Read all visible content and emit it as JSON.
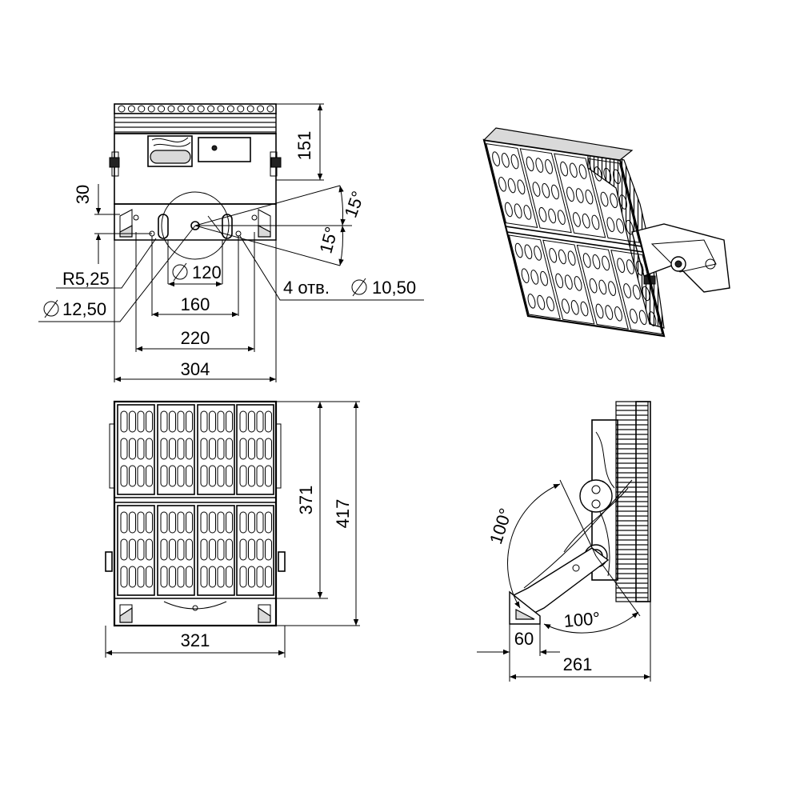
{
  "dimensions": {
    "top_height": "151",
    "top_offset": "30",
    "angle_upper": "15°",
    "angle_lower": "15°",
    "radius": "R5,25",
    "hole_diameter": "12,50",
    "center_diameter": "120",
    "holes_note": "4 отв.",
    "holes_diameter": "10,50",
    "width_160": "160",
    "width_220": "220",
    "width_304": "304",
    "front_height_371": "371",
    "front_height_417": "417",
    "front_width": "321",
    "tilt_angle_upper": "100°",
    "tilt_angle_lower": "100°",
    "side_depth_60": "60",
    "side_depth_261": "261"
  },
  "symbols": {
    "diameter": "diameter-symbol"
  }
}
